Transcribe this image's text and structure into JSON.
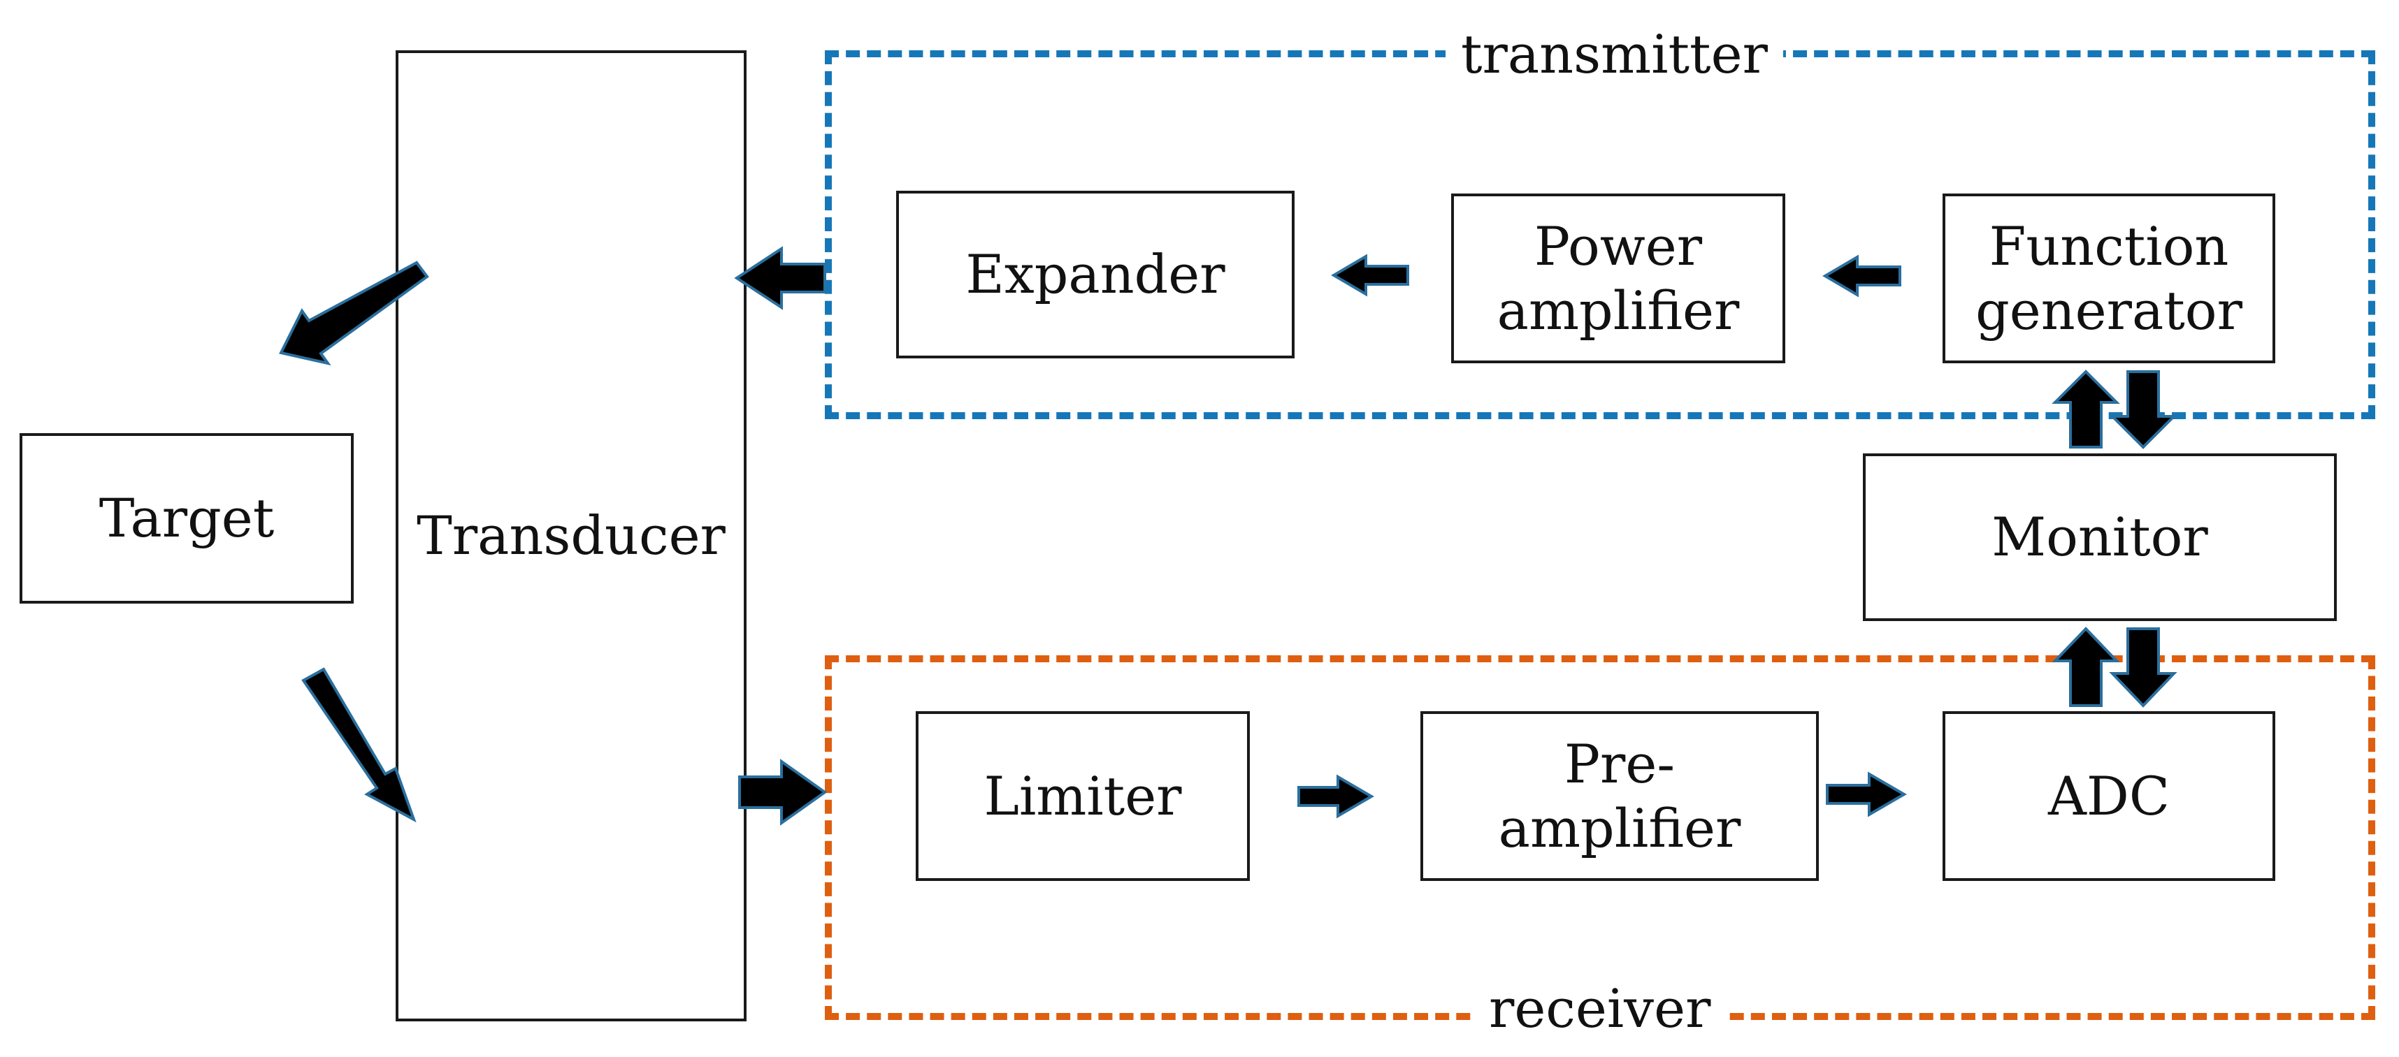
{
  "groups": {
    "transmitter": {
      "label": "transmitter",
      "color": "#1677b8"
    },
    "receiver": {
      "label": "receiver",
      "color": "#de5f10"
    }
  },
  "blocks": {
    "target": "Target",
    "transducer": "Transducer",
    "expander": "Expander",
    "power_amplifier": "Power\namplifier",
    "function_generator": "Function\ngenerator",
    "monitor": "Monitor",
    "limiter": "Limiter",
    "pre_amplifier": "Pre-\namplifier",
    "adc": "ADC"
  },
  "arrow_style": {
    "fill": "#000000",
    "stroke": "#2a6f9e"
  }
}
